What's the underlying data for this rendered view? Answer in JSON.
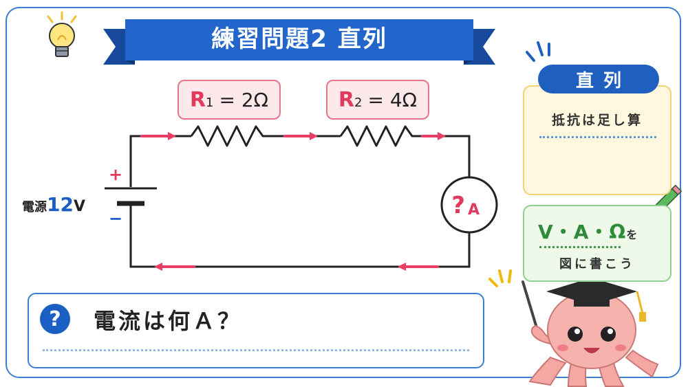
{
  "title": "練習問題2 直列",
  "circuit": {
    "r1": {
      "symbol": "R",
      "sub": "1",
      "value": "= 2Ω"
    },
    "r2": {
      "symbol": "R",
      "sub": "2",
      "value": "= 4Ω"
    },
    "plus": "+",
    "minus": "−",
    "source_prefix": "電源",
    "source_value": "12",
    "source_unit": "V",
    "ammeter_q": "?",
    "ammeter_unit": "A"
  },
  "question": {
    "mark": "?",
    "text": "電流は何Ａ？"
  },
  "side": {
    "title": "直列",
    "rule_text": "抵抗は足し算",
    "rule_plus": "+",
    "hint_v": "V",
    "hint_dot1": "・",
    "hint_a": "A",
    "hint_dot2": "・",
    "hint_o": "Ω",
    "hint_wo": "を",
    "hint_text": "図に書こう"
  },
  "colors": {
    "accent_blue": "#1f5fbf",
    "resistor_pink": "#e23a5c",
    "current_arrow": "#e83e64",
    "frame_blue": "#3a7fd4"
  },
  "icons": [
    "light-bulb-icon",
    "pencil-icon",
    "octopus-mascot",
    "graduation-cap-icon",
    "pointer-stick-icon"
  ]
}
